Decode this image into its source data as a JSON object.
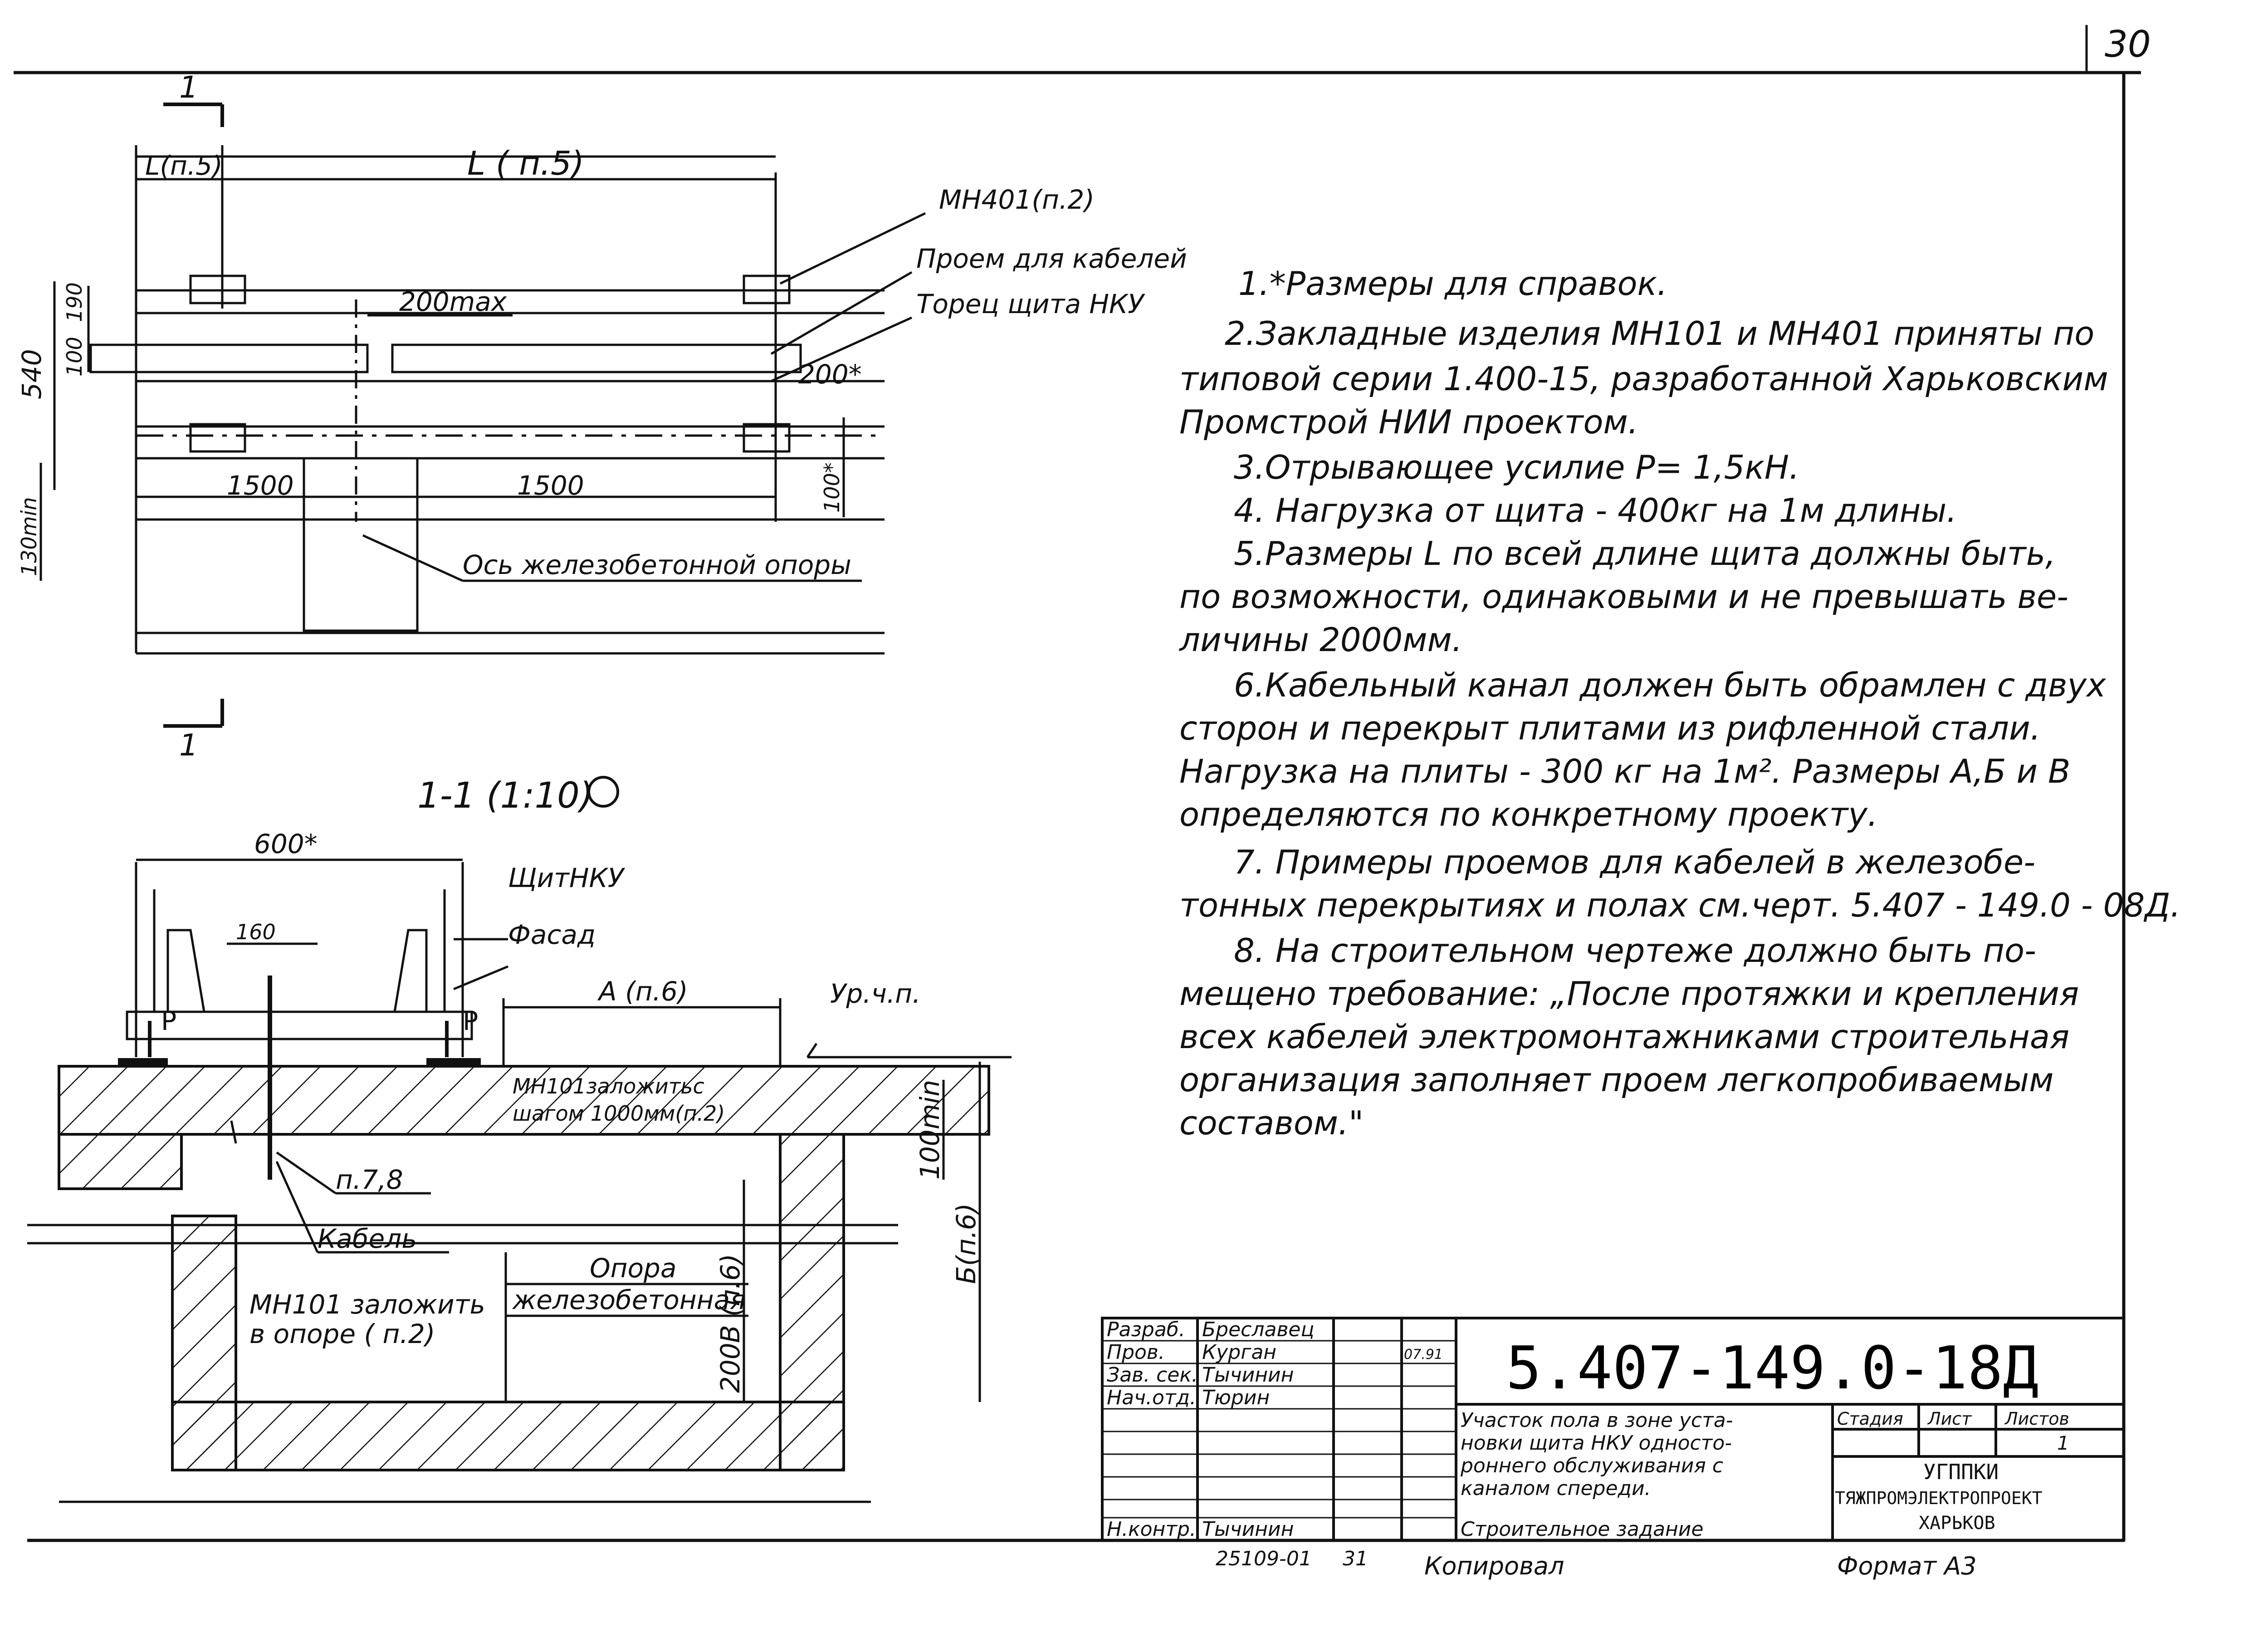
{
  "sheet_number": "30",
  "plan": {
    "section_mark": "1",
    "dim_L_left": "L(п.5)",
    "dim_L_main": "L ( п.5)",
    "leader_mn401": "МН401(п.2)",
    "leader_opening": "Проем для кабелей",
    "leader_torets": "Торец щита НКУ",
    "dim_200max": "200max",
    "dim_200star": "200*",
    "dim_540": "540",
    "dim_190": "190",
    "dim_100_v": "100",
    "dim_100star": "100*",
    "dim_130min": "130min",
    "dim_1500_a": "1500",
    "dim_1500_b": "1500",
    "leader_axis": "Ось железобетонной опоры"
  },
  "section": {
    "title": "1-1 (1:10)",
    "dim_600": "600*",
    "dim_160": "160",
    "label_shchit": "ЩитНКУ",
    "label_fasad": "Фасад",
    "load_P_left": "P",
    "load_P_right": "P",
    "dim_A": "А (п.6)",
    "label_level": "Ур.ч.п.",
    "mn101_line1": "МН101заложитьс",
    "mn101_line2": "шагом 1000мм(п.2)",
    "ref_78": "п.7,8",
    "label_cable": "Кабель",
    "dim_100min": "100min",
    "dim_B": "В (п.6)",
    "dim_Bb": "Б(п.6)",
    "dim_200": "200",
    "label_opora1": "Опора",
    "label_opora2": "железобетонная",
    "mn101_opora1": "МН101 заложить",
    "mn101_opora2": "в опоре ( п.2)"
  },
  "notes": [
    "1.*Размеры для справок.",
    "2.Закладные изделия МН101 и МН401 приняты по",
    "типовой серии 1.400-15, разработанной Харьковским",
    "Промстрой НИИ проектом.",
    "3.Отрывающее усилие Р= 1,5кН.",
    "4. Нагрузка от щита - 400кг на 1м длины.",
    "5.Размеры L по всей длине щита должны быть,",
    "по возможности, одинаковыми и не превышать ве-",
    "личины 2000мм.",
    "6.Кабельный канал должен быть обрамлен с двух",
    "сторон и перекрыт плитами из рифленной стали.",
    "Нагрузка на плиты - 300 кг на 1м². Размеры А,Б и В",
    "определяются по конкретному проекту.",
    "7. Примеры проемов для кабелей в железобе-",
    "тонных перекрытиях и полах см.черт. 5.407 - 149.0 - 08Д.",
    "8. На строительном чертеже должно быть по-",
    "мещено требование: „После протяжки и крепления",
    "всех кабелей электромонтажниками строительная",
    "организация заполняет проем легкопробиваемым",
    "составом.\""
  ],
  "title_block": {
    "doc_code": "5.407-149.0-18Д",
    "roles": [
      "Разраб.",
      "Пров.",
      "Зав. сек.",
      "Нач.отд.",
      "Н.контр."
    ],
    "names": [
      "Бреславец",
      "Курган",
      "Тычинин",
      "Тюрин",
      "Тычинин"
    ],
    "date": "07.91",
    "title_lines": [
      "Участок пола в зоне уста-",
      "новки щита НКУ односто-",
      "роннего обслуживания с",
      "каналом спереди.",
      "Строительное задание"
    ],
    "col_stage": "Стадия",
    "col_sheet": "Лист",
    "col_sheets": "Листов",
    "sheets_value": "1",
    "org_line1": "УГППКИ",
    "org_line2": "ТЯЖПРОМЭЛЕКТРОПРОЕКТ",
    "org_line3": "ХАРЬКОВ",
    "inventory": "25109-01",
    "inventory_sheet": "31",
    "copied": "Копировал",
    "format": "Формат А3"
  }
}
